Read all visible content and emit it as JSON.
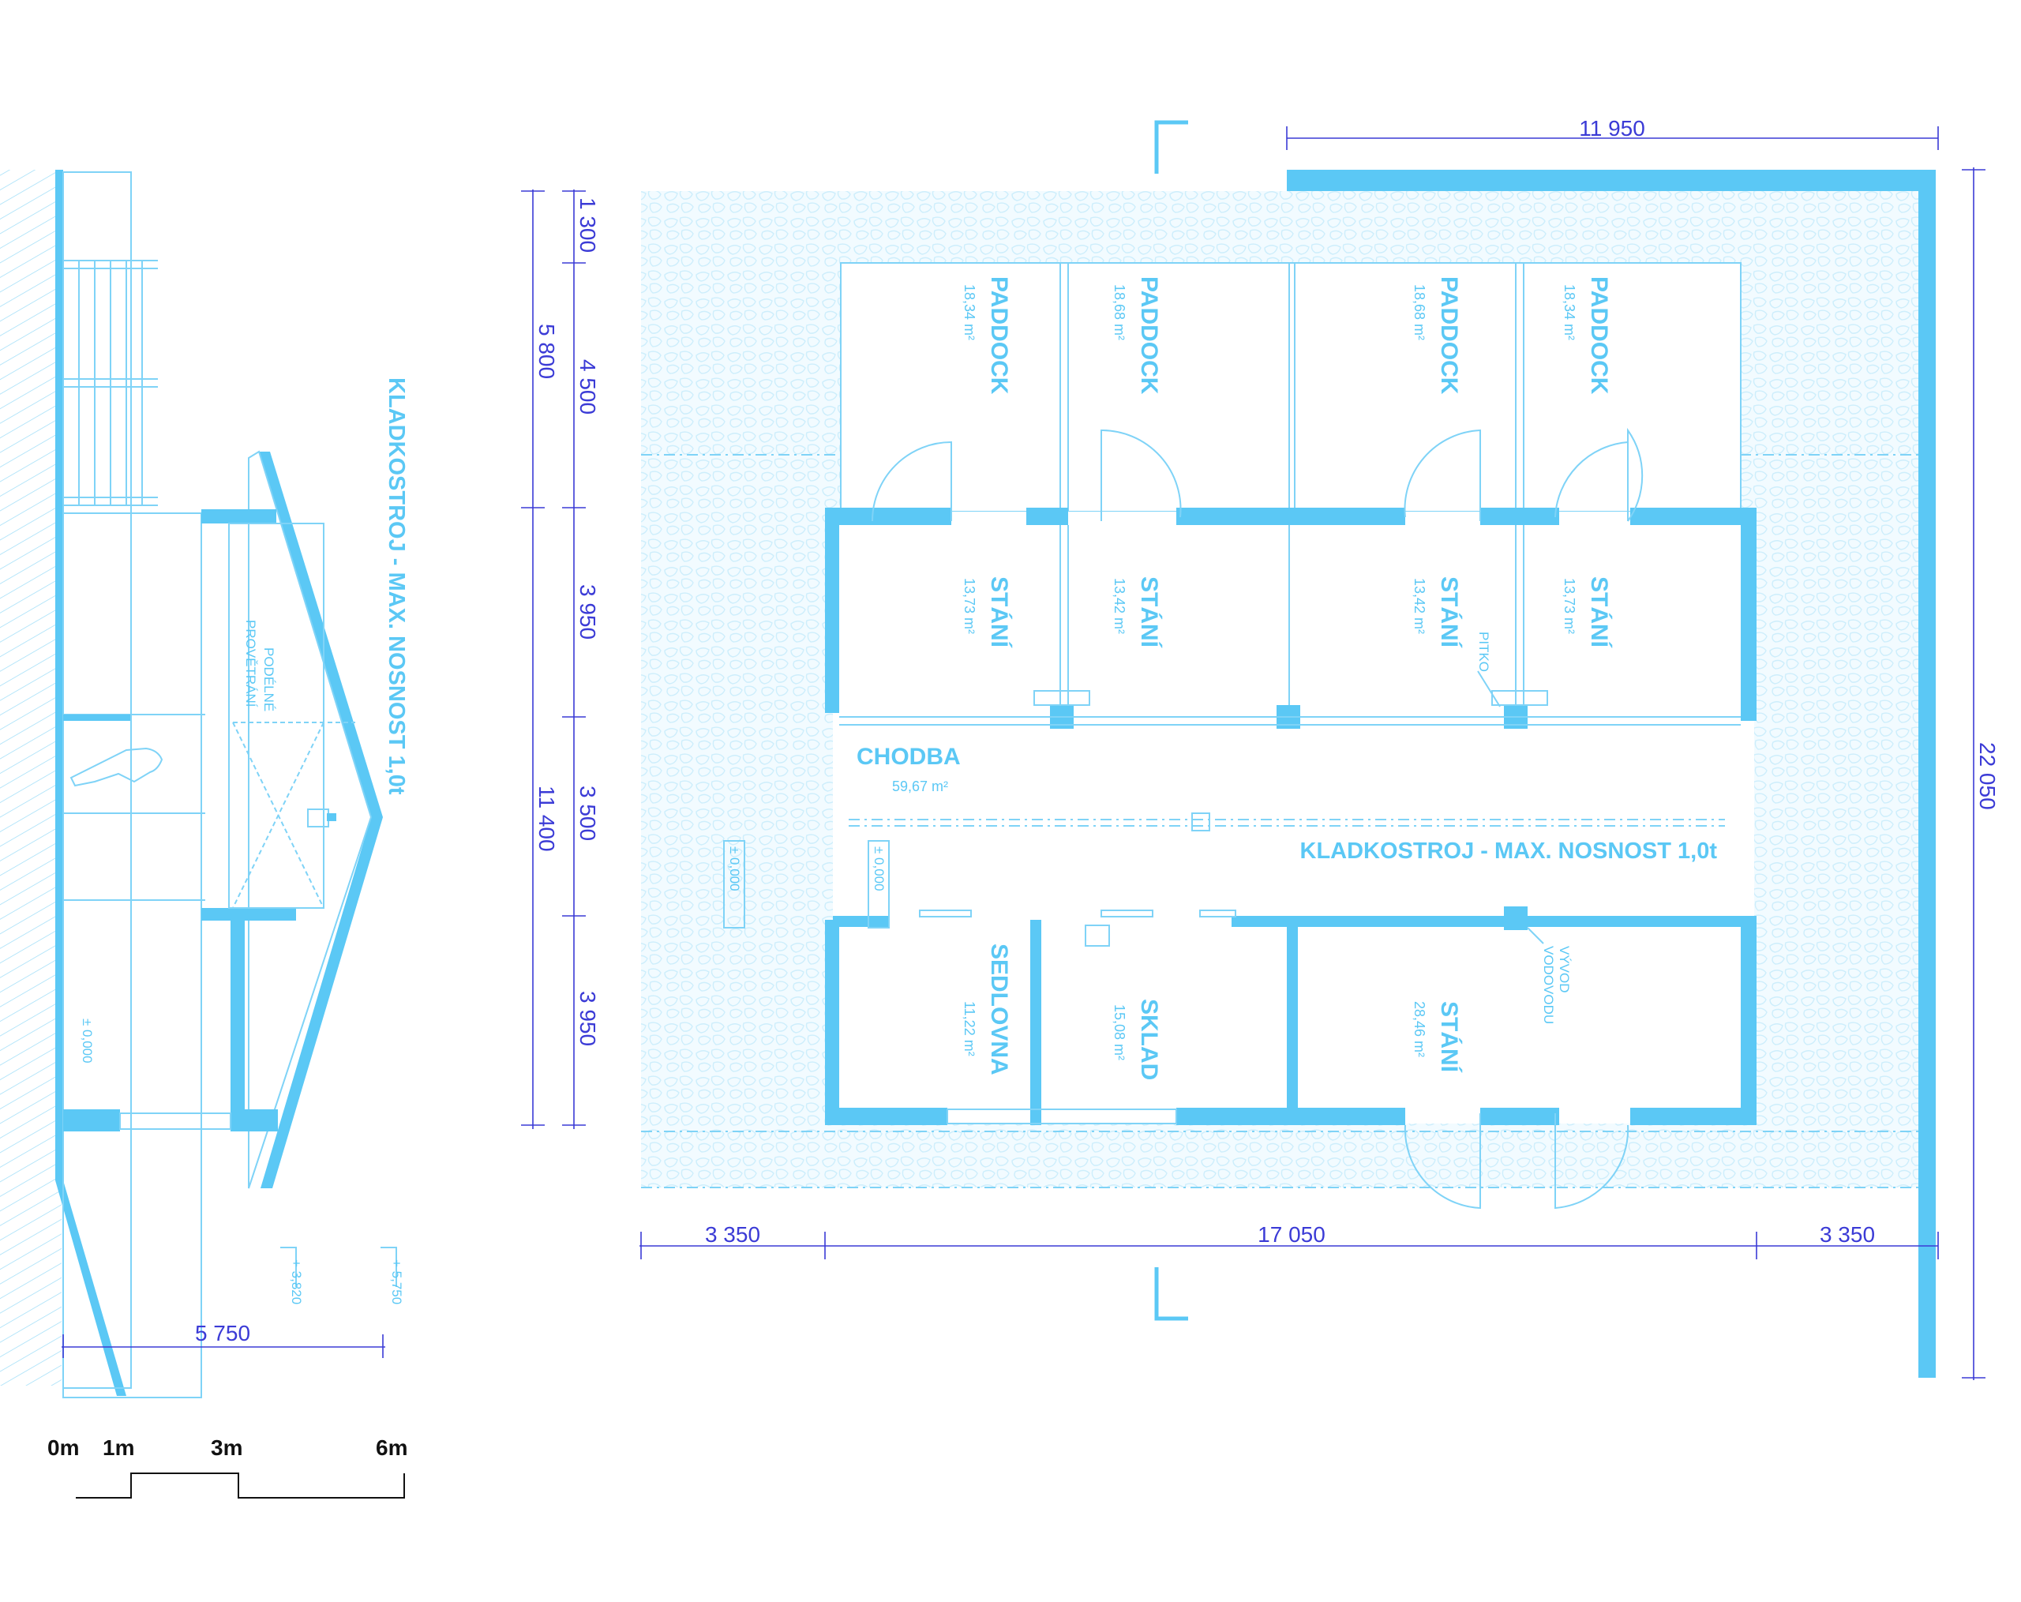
{
  "rooms": [
    {
      "id": "paddock1",
      "name": "PADDOCK",
      "area": "18,34 m²"
    },
    {
      "id": "paddock2",
      "name": "PADDOCK",
      "area": "18,68 m²"
    },
    {
      "id": "paddock3",
      "name": "PADDOCK",
      "area": "18,68 m²"
    },
    {
      "id": "paddock4",
      "name": "PADDOCK",
      "area": "18,34 m²"
    },
    {
      "id": "stani1",
      "name": "STÁNÍ",
      "area": "13,73 m²"
    },
    {
      "id": "stani2",
      "name": "STÁNÍ",
      "area": "13,42 m²"
    },
    {
      "id": "stani3",
      "name": "STÁNÍ",
      "area": "13,42 m²"
    },
    {
      "id": "stani4",
      "name": "STÁNÍ",
      "area": "13,73 m²"
    },
    {
      "id": "chodba",
      "name": "CHODBA",
      "area": "59,67 m²"
    },
    {
      "id": "sedlovna",
      "name": "SEDLOVNA",
      "area": "11,22 m²"
    },
    {
      "id": "sklad",
      "name": "SKLAD",
      "area": "15,08 m²"
    },
    {
      "id": "stani5",
      "name": "STÁNÍ",
      "area": "28,46 m²"
    }
  ],
  "labels": {
    "hoist_plan": "KLADKOSTROJ - MAX. NOSNOST 1,0t",
    "hoist_section": "KLADKOSTROJ - MAX. NOSNOST 1,0t",
    "pitko": "PITKO",
    "vyvod_1": "VÝVOD",
    "vyvod_2": "VODOVODU",
    "ventilation_1": "PODÉLNÉ",
    "ventilation_2": "PROVĚTRÁNÍ",
    "level_plan_1": "± 0,000",
    "level_plan_2": "± 0,000",
    "level_section": "± 0,000",
    "level_eaves": "+ 3,820",
    "level_ridge": "+ 5,750"
  },
  "dimensions": {
    "top": "11 950",
    "right": "22 050",
    "bottom_left": "3 350",
    "bottom_middle": "17 050",
    "bottom_right": "3 350",
    "left_outer_top": "5 800",
    "left_outer_bottom": "11 400",
    "left_inner_1": "1 300",
    "left_inner_2": "4 500",
    "left_inner_3": "3 950",
    "left_inner_4": "3 500",
    "left_inner_5": "3 950",
    "section_width": "5 750"
  },
  "scale_bar": {
    "t0": "0m",
    "t1": "1m",
    "t3": "3m",
    "t6": "6m"
  },
  "colors": {
    "wall": "#5bc8f5",
    "dimension": "#3b3bd6",
    "pavement": "#cdeefc"
  }
}
